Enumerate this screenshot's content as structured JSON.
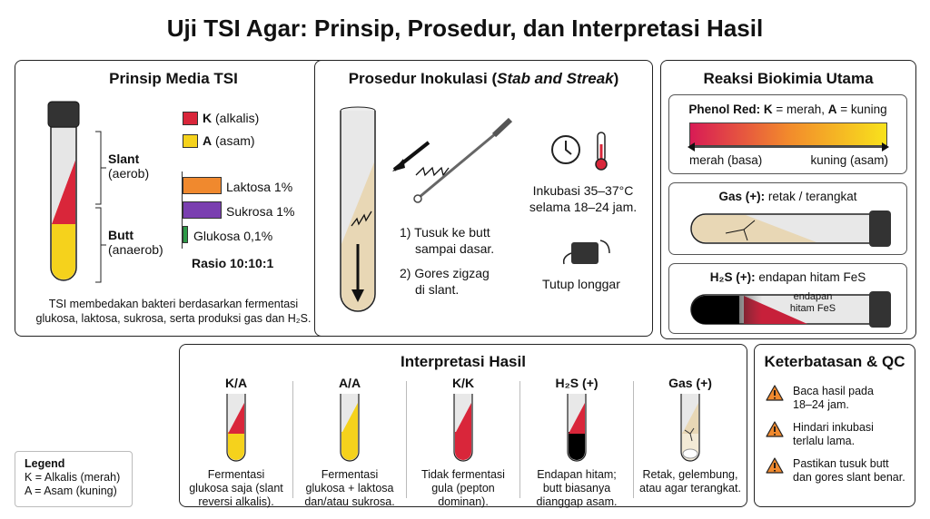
{
  "title": "Uji TSI Agar: Prinsip, Prosedur, dan Interpretasi Hasil",
  "principle": {
    "title": "Prinsip Media TSI",
    "slant_label": "Slant",
    "slant_sub": "(aerob)",
    "butt_label": "Butt",
    "butt_sub": "(anaerob)",
    "legend": [
      {
        "key": "K",
        "text": "(alkalis)",
        "color": "#d9263a"
      },
      {
        "key": "A",
        "text": "(asam)",
        "color": "#f5d21c"
      }
    ],
    "sugars": [
      {
        "label": "Laktosa 1%",
        "percent": 1,
        "color": "#f0892e"
      },
      {
        "label": "Sukrosa 1%",
        "percent": 1,
        "color": "#7a3fb0"
      },
      {
        "label": "Glukosa 0,1%",
        "percent": 0.1,
        "color": "#2e9a48"
      }
    ],
    "ratio": "Rasio 10:10:1",
    "caption_1": "TSI membedakan bakteri berdasarkan fermentasi",
    "caption_2": "glukosa, laktosa, sukrosa, serta produksi gas dan H₂S."
  },
  "procedure": {
    "title_a": "Prosedur Inokulasi (",
    "title_b": "Stab and Streak",
    "title_c": ")",
    "step1_a": "1) Tusuk ke butt",
    "step1_b": "sampai dasar.",
    "step2_a": "2) Gores zigzag",
    "step2_b": "di slant.",
    "incubation_a": "Inkubasi 35–37°C",
    "incubation_b": "selama 18–24 jam.",
    "cap": "Tutup longgar"
  },
  "reactions": {
    "title": "Reaksi Biokimia Utama",
    "phenol_a": "Phenol Red:",
    "phenol_b": "K",
    "phenol_c": " = merah, ",
    "phenol_d": "A",
    "phenol_e": " = kuning",
    "left": "merah (basa)",
    "right": "kuning (asam)",
    "gas_a": "Gas (+):",
    "gas_b": " retak / terangkat",
    "h2s_a": "H₂S (+):",
    "h2s_b": " endapan hitam FeS",
    "h2s_note_a": "endapan",
    "h2s_note_b": "hitam FeS"
  },
  "interpretation": {
    "title": "Interpretasi Hasil",
    "items": [
      {
        "label": "K/A",
        "l1": "Fermentasi",
        "l2": "glukosa saja (slant",
        "l3": "reversi alkalis)."
      },
      {
        "label": "A/A",
        "l1": "Fermentasi",
        "l2": "glukosa + laktosa",
        "l3": "dan/atau sukrosa."
      },
      {
        "label": "K/K",
        "l1": "Tidak fermentasi",
        "l2": "gula (pepton",
        "l3": "dominan)."
      },
      {
        "label": "H₂S (+)",
        "l1": "Endapan hitam;",
        "l2": "butt biasanya",
        "l3": "dianggap asam."
      },
      {
        "label": "Gas (+)",
        "l1": "Retak, gelembung,",
        "l2": "atau agar terangkat.",
        "l3": ""
      }
    ]
  },
  "qc": {
    "title": "Keterbatasan & QC",
    "items": [
      [
        "Baca hasil pada",
        "18–24 jam."
      ],
      [
        "Hindari inkubasi",
        "terlalu lama."
      ],
      [
        "Pastikan tusuk butt",
        "dan gores slant benar."
      ]
    ]
  },
  "legend": {
    "title": "Legend",
    "k": "K = Alkalis (merah)",
    "a": "A = Asam (kuning)"
  }
}
